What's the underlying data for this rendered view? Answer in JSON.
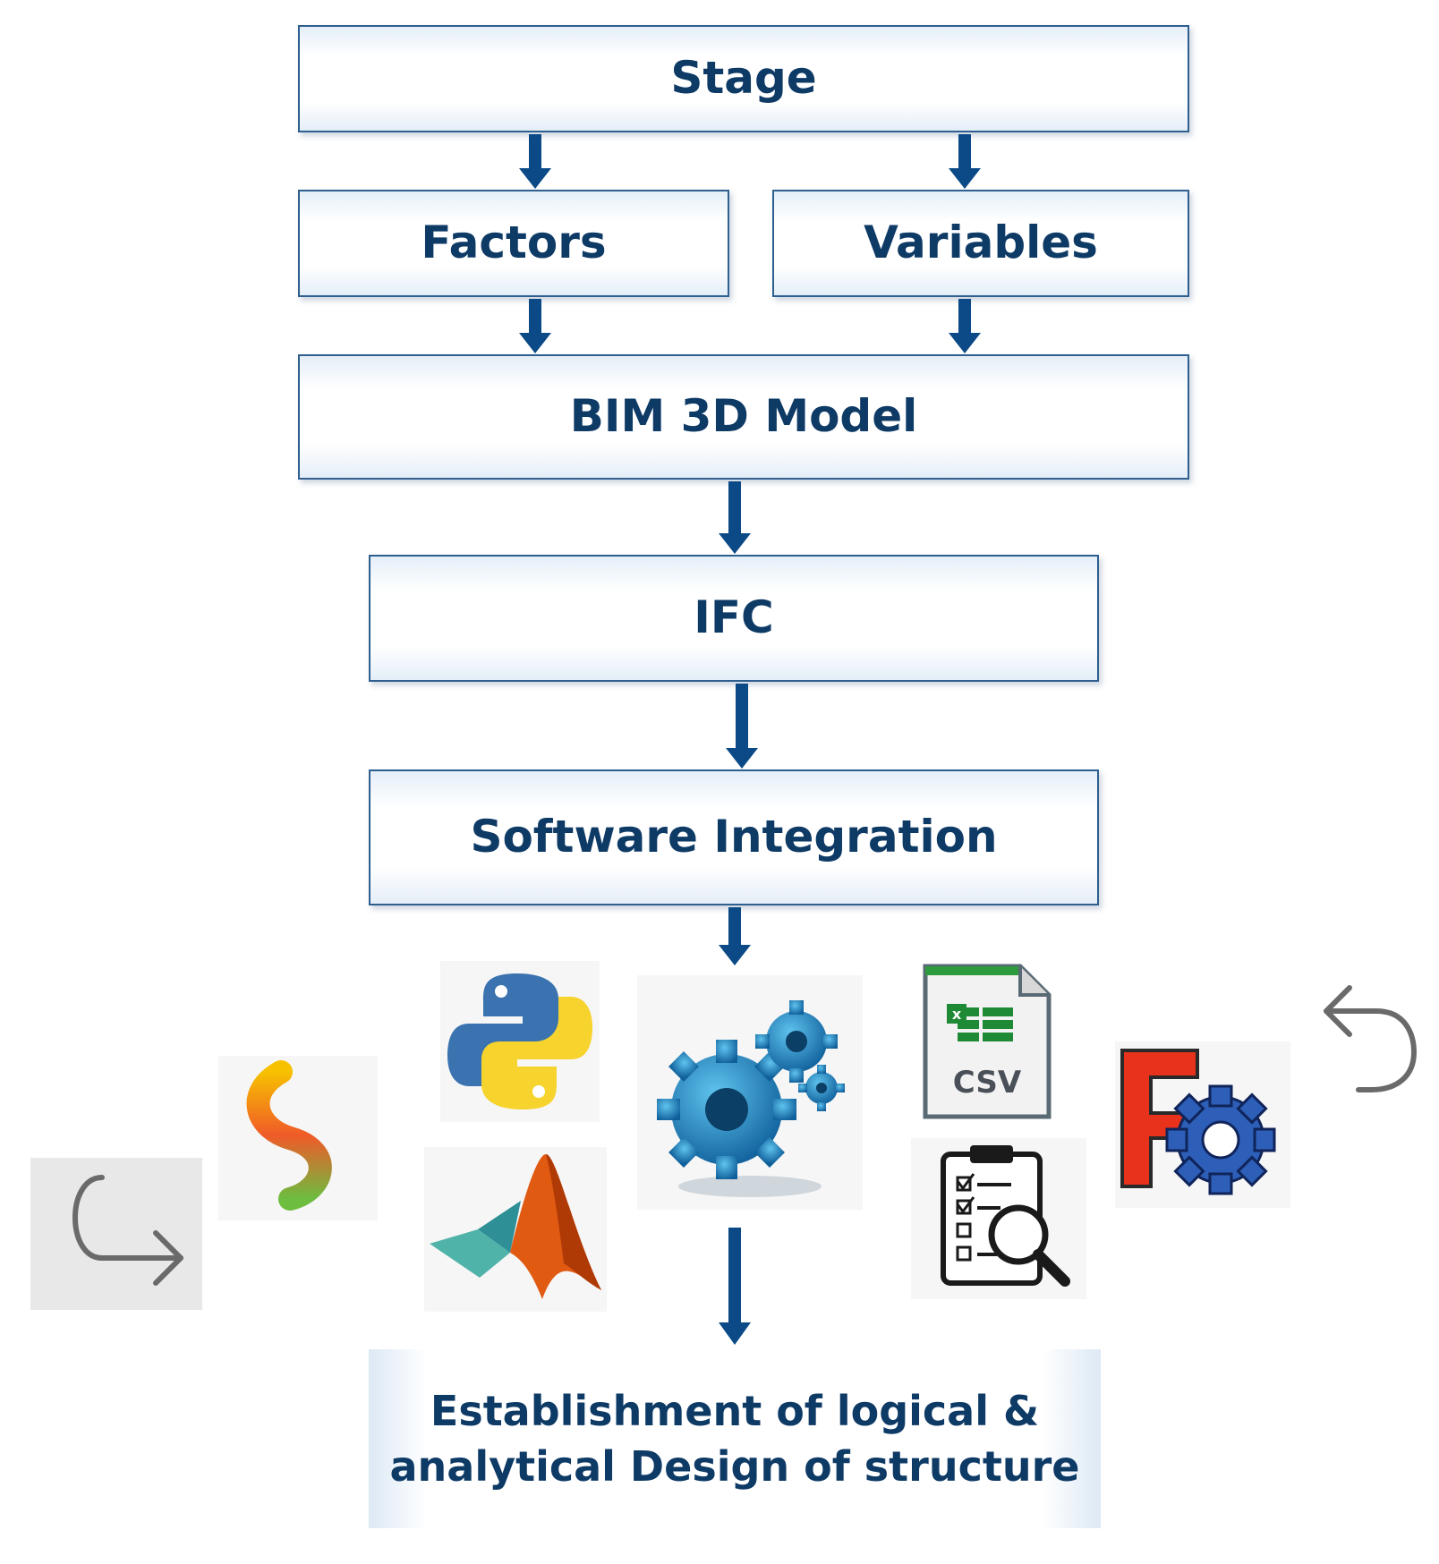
{
  "diagram": {
    "nodes": {
      "stage": "Stage",
      "factors": "Factors",
      "variables": "Variables",
      "bim": "BIM 3D Model",
      "ifc": "IFC",
      "integration": "Software Integration",
      "result_line1": "Establishment of logical &",
      "result_line2": "analytical Design of structure"
    },
    "icons": {
      "csv_label": "CSV"
    }
  },
  "colors": {
    "box_border": "#2f5f8f",
    "box_text": "#0e3a66",
    "arrow": "#0b4a87"
  },
  "icon_names": [
    "redo-arrow-icon",
    "spyder-logo-icon",
    "python-logo-icon",
    "matlab-logo-icon",
    "gears-icon",
    "csv-file-icon",
    "checklist-search-icon",
    "freecad-logo-icon",
    "undo-arrow-icon"
  ]
}
